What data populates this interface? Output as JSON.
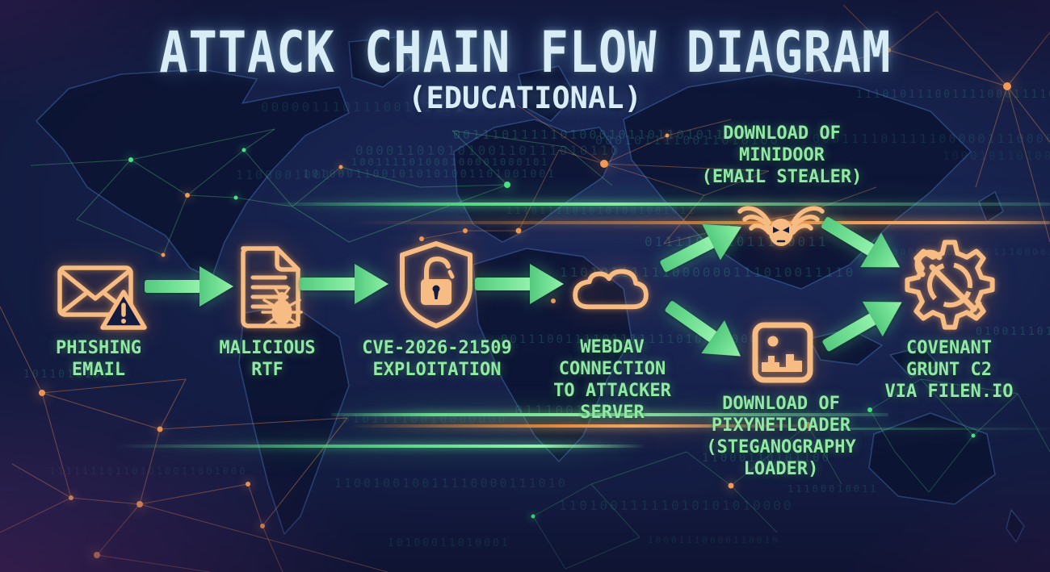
{
  "title": "ATTACK CHAIN FLOW DIAGRAM",
  "subtitle": "(EDUCATIONAL)",
  "colors": {
    "background": "#121a3e",
    "title_text": "#d8edf6",
    "label_text": "#90e9a5",
    "icon_orange": "#f6bc84",
    "arrow_green_start": "#54c97e",
    "arrow_green_end": "#96f2ad",
    "network_orange": "#f09a55",
    "network_green": "#49e382",
    "binary_teal": "#3ec9a8"
  },
  "nodes": [
    {
      "id": "phishing-email",
      "icon": "envelope-warning-icon",
      "lines": [
        "PHISHING",
        "EMAIL"
      ]
    },
    {
      "id": "malicious-rtf",
      "icon": "document-bug-icon",
      "lines": [
        "MALICIOUS",
        "RTF"
      ]
    },
    {
      "id": "cve-exploitation",
      "icon": "shield-unlocked-icon",
      "lines": [
        "CVE-2026-21509",
        "EXPLOITATION"
      ]
    },
    {
      "id": "webdav-connection",
      "icon": "cloud-icon",
      "lines": [
        "WEBDAV",
        "CONNECTION",
        "TO ATTACKER",
        "SERVER"
      ]
    },
    {
      "id": "minidoor-download",
      "icon": "winged-mask-icon",
      "lines": [
        "DOWNLOAD OF",
        "MINIDOOR",
        "(EMAIL STEALER)"
      ]
    },
    {
      "id": "pixynetloader-download",
      "icon": "image-stego-icon",
      "lines": [
        "DOWNLOAD OF",
        "PIXYNETLOADER",
        "(STEGANOGRAPHY",
        "LOADER)"
      ]
    },
    {
      "id": "covenant-c2",
      "icon": "gear-wrench-icon",
      "lines": [
        "COVENANT",
        "GRUNT C2",
        "VIA FILEN.IO"
      ]
    }
  ],
  "edges": [
    {
      "from": "phishing-email",
      "to": "malicious-rtf"
    },
    {
      "from": "malicious-rtf",
      "to": "cve-exploitation"
    },
    {
      "from": "cve-exploitation",
      "to": "webdav-connection"
    },
    {
      "from": "webdav-connection",
      "to": "minidoor-download"
    },
    {
      "from": "webdav-connection",
      "to": "pixynetloader-download"
    },
    {
      "from": "minidoor-download",
      "to": "covenant-c2"
    },
    {
      "from": "pixynetloader-download",
      "to": "covenant-c2"
    }
  ]
}
